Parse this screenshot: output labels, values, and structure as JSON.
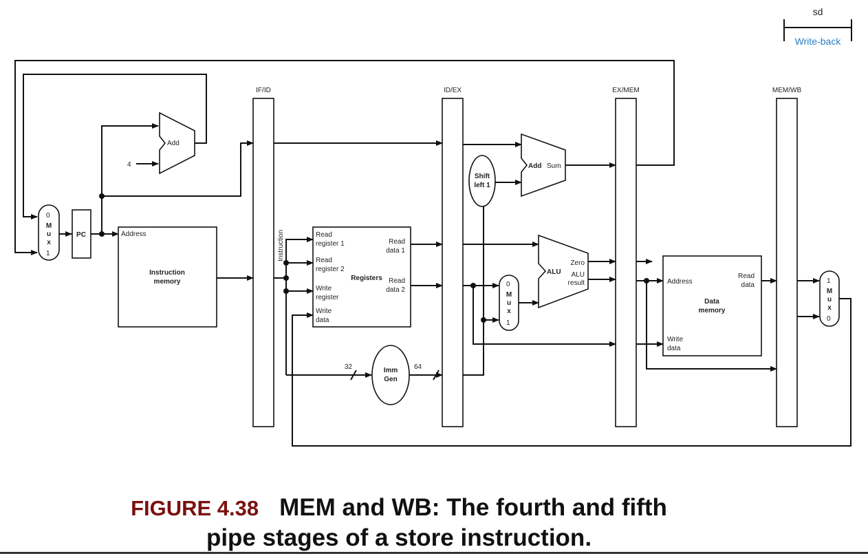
{
  "stage_marker": {
    "instruction": "sd",
    "stage": "Write-back",
    "stage_color": "#2d7fc1"
  },
  "pipeline_registers": [
    "IF/ID",
    "ID/EX",
    "EX/MEM",
    "MEM/WB"
  ],
  "if_stage": {
    "adder_label": "Add",
    "constant": "4",
    "pc_label": "PC",
    "mux": {
      "top": "0",
      "letters": [
        "M",
        "u",
        "x"
      ],
      "bottom": "1"
    },
    "instruction_memory": {
      "address": "Address",
      "title": [
        "Instruction",
        "memory"
      ]
    }
  },
  "id_stage": {
    "instruction_label": "Instruction",
    "registers": {
      "title": "Registers",
      "read_register_1": [
        "Read",
        "register 1"
      ],
      "read_register_2": [
        "Read",
        "register 2"
      ],
      "write_register": [
        "Write",
        "register"
      ],
      "write_data": [
        "Write",
        "data"
      ],
      "read_data_1": [
        "Read",
        "data 1"
      ],
      "read_data_2": [
        "Read",
        "data 2"
      ]
    },
    "imm_gen": {
      "title": [
        "Imm",
        "Gen"
      ],
      "in_width": "32",
      "out_width": "64"
    }
  },
  "ex_stage": {
    "shift": [
      "Shift",
      "left 1"
    ],
    "adder": {
      "title": "Add",
      "output": "Sum"
    },
    "mux": {
      "top": "0",
      "letters": [
        "M",
        "u",
        "x"
      ],
      "bottom": "1"
    },
    "alu": {
      "title": "ALU",
      "zero": "Zero",
      "result": [
        "ALU",
        "result"
      ]
    }
  },
  "mem_stage": {
    "data_memory": {
      "address": "Address",
      "read_data": [
        "Read",
        "data"
      ],
      "write_data": [
        "Write",
        "data"
      ],
      "title": [
        "Data",
        "memory"
      ]
    }
  },
  "wb_stage": {
    "mux": {
      "top": "1",
      "letters": [
        "M",
        "u",
        "x"
      ],
      "bottom": "0"
    }
  },
  "caption": {
    "number": "FIGURE 4.38",
    "line1": "MEM and WB: The fourth and fifth",
    "line2": "pipe stages of a store instruction."
  }
}
